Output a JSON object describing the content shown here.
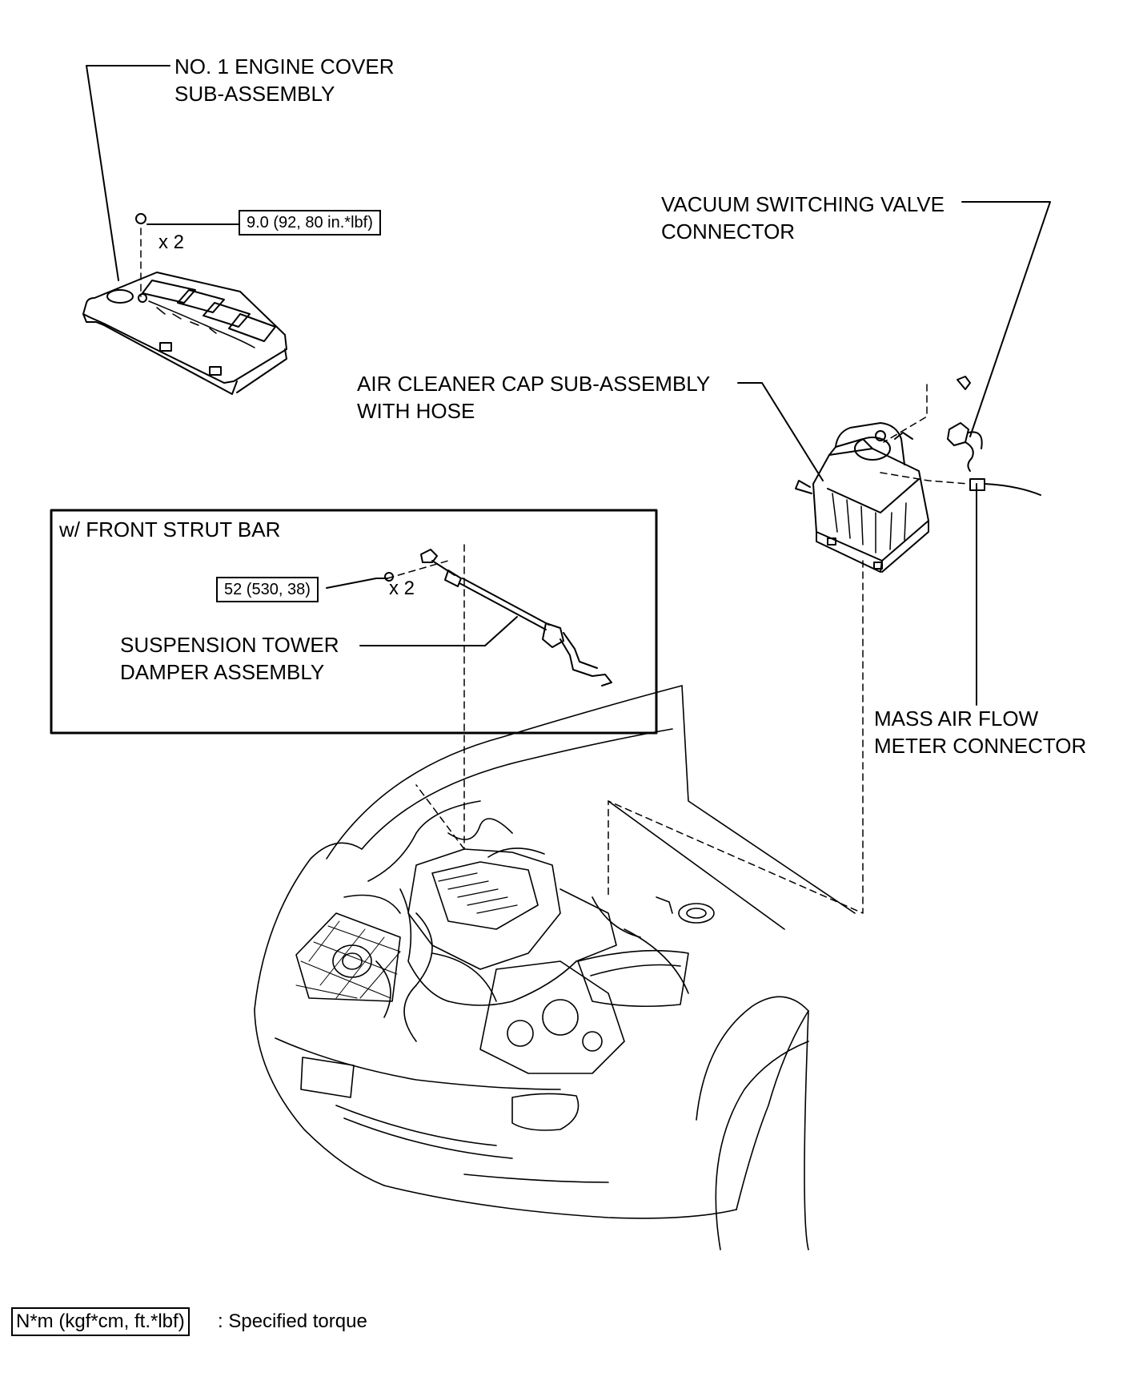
{
  "labels": {
    "engine_cover": [
      "NO. 1 ENGINE COVER",
      "SUB-ASSEMBLY"
    ],
    "vsv_connector": [
      "VACUUM SWITCHING VALVE",
      "CONNECTOR"
    ],
    "air_cleaner": [
      "AIR CLEANER CAP SUB-ASSEMBLY",
      "WITH HOSE"
    ],
    "maf_connector": [
      "MASS AIR FLOW",
      "METER CONNECTOR"
    ],
    "damper": [
      "SUSPENSION TOWER",
      "DAMPER ASSEMBLY"
    ],
    "strut_box_title": "w/ FRONT STRUT BAR"
  },
  "torque": {
    "engine_cover": "9.0 (92, 80 in.*lbf)",
    "damper": "52 (530, 38)"
  },
  "quantity": {
    "engine_cover": "x 2",
    "damper": "x 2"
  },
  "legend": {
    "box": "N*m (kgf*cm, ft.*lbf)",
    "text": ": Specified torque"
  }
}
